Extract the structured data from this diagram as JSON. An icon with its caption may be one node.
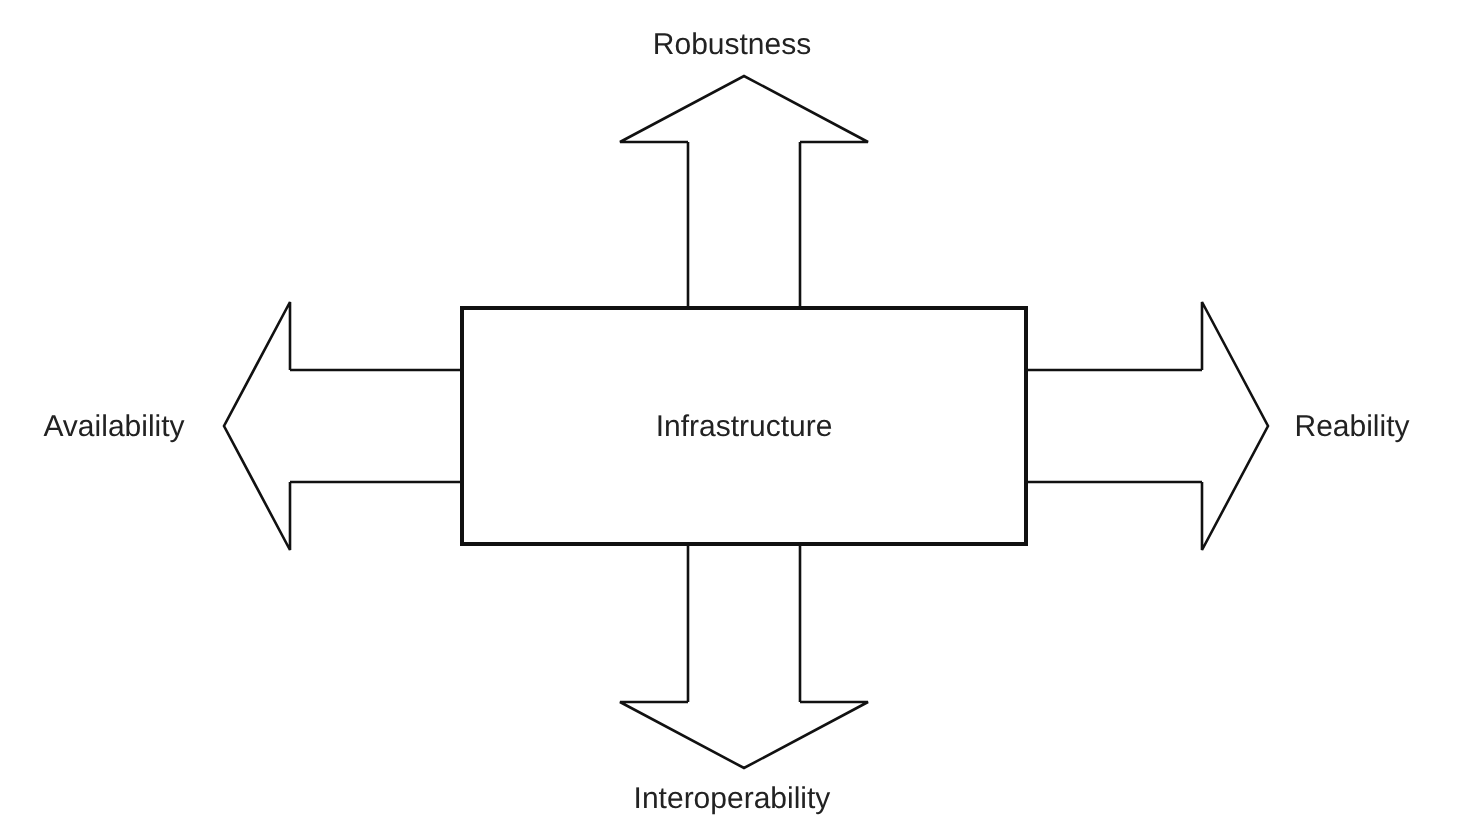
{
  "diagram": {
    "nodes": [
      {
        "text": [
          "Robustness"
        ]
      },
      {
        "text": [
          "Availability"
        ]
      },
      {
        "text": [
          "Infrastructure"
        ]
      },
      {
        "text": [
          "Reability"
        ]
      },
      {
        "text": [
          "Interoperability"
        ]
      }
    ],
    "edges": [
      {
        "from": 2,
        "to": 0,
        "arrow": "to"
      },
      {
        "from": 2,
        "to": 1,
        "arrow": "to"
      },
      {
        "from": 2,
        "to": 3,
        "arrow": "to"
      },
      {
        "from": 2,
        "to": 4,
        "arrow": "to"
      }
    ]
  }
}
